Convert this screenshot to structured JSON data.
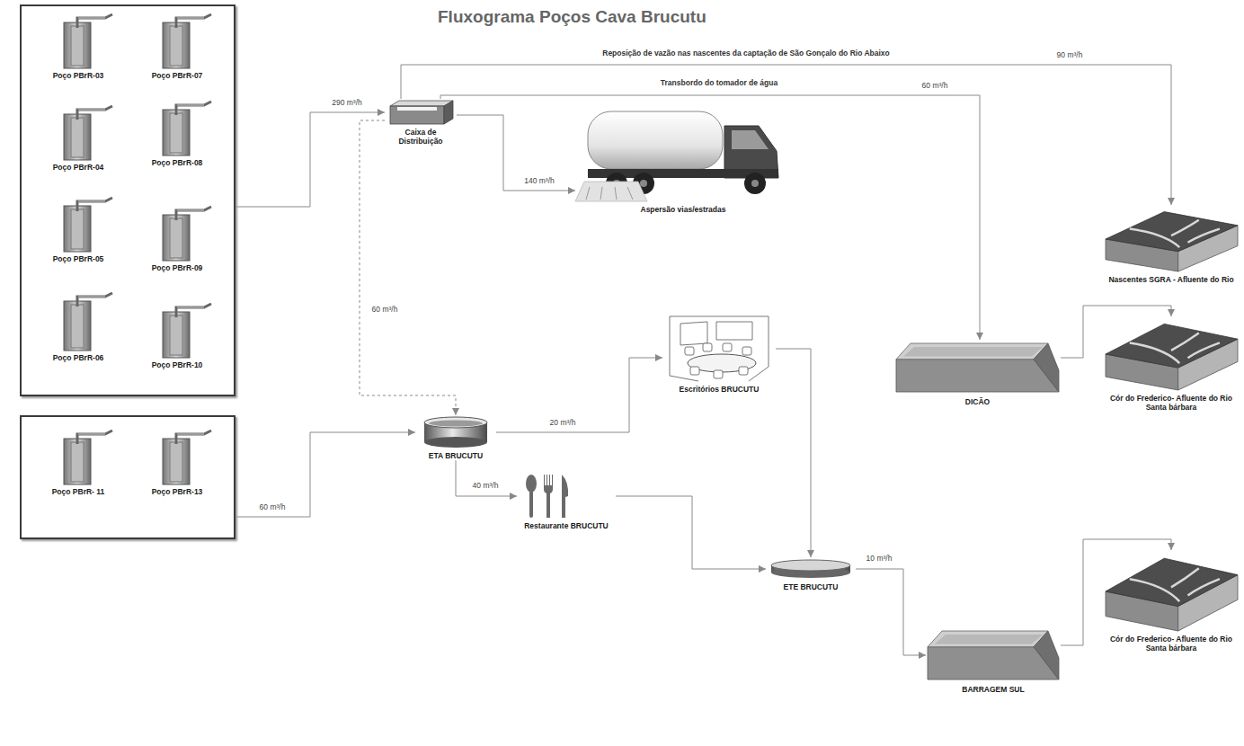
{
  "diagram": {
    "title": "Fluxograma Poços Cava Brucutu",
    "nodes": [
      {},
      {
        "text": [
          "Poço PBrR-03"
        ],
        "in": 0
      },
      {
        "text": [
          "Poço PBrR-07"
        ],
        "in": 0
      },
      {
        "text": [
          "Poço PBrR-04"
        ],
        "in": 0
      },
      {
        "text": [
          "Poço PBrR-08"
        ],
        "in": 0
      },
      {
        "text": [
          "Poço PBrR-05"
        ],
        "in": 0
      },
      {
        "text": [
          "Poço PBrR-09"
        ],
        "in": 0
      },
      {
        "text": [
          "Poço PBrR-06"
        ],
        "in": 0
      },
      {
        "text": [
          "Poço PBrR-10"
        ],
        "in": 0
      },
      {},
      {
        "text": [
          "Poço PBrR- 11"
        ],
        "in": 9
      },
      {
        "text": [
          "Poço PBrR-13"
        ],
        "in": 9
      },
      {
        "text": [
          "Caixa de Distribuição"
        ]
      },
      {
        "text": [
          "Aspersão vias/estradas"
        ]
      },
      {
        "text": [
          "Nascentes SGRA - Afluente do Rio"
        ]
      },
      {
        "text": [
          "ETA BRUCUTU"
        ]
      },
      {
        "text": [
          "Escritórios BRUCUTU"
        ]
      },
      {
        "text": [
          "DICÃO"
        ]
      },
      {
        "text": [
          "Cór do Frederico- Afluente do Rio Santa bárbara"
        ]
      },
      {
        "text": [
          "Restaurante BRUCUTU"
        ]
      },
      {
        "text": [
          "ETE BRUCUTU"
        ]
      },
      {
        "text": [
          "BARRAGEM SUL"
        ]
      },
      {
        "text": [
          "Cór do Frederico- Afluente do Rio Santa bárbara"
        ]
      }
    ],
    "edges": [
      {
        "from": 0,
        "to": 12,
        "arrow": "to",
        "label": "290 m³/h"
      },
      {
        "from": 12,
        "to": 14,
        "arrow": "to",
        "label": "90 m³/h"
      },
      {
        "from": 12,
        "to": 17,
        "arrow": "to",
        "label": "60 m³/h"
      },
      {
        "from": 12,
        "to": 13,
        "arrow": "to",
        "label": "140 m³/h"
      },
      {
        "from": 12,
        "to": 15,
        "arrow": "to",
        "label": "60 m³/h"
      },
      {
        "from": 9,
        "to": 15,
        "arrow": "to",
        "label": "60 m³/h"
      },
      {
        "from": 15,
        "to": 16,
        "arrow": "to",
        "label": "20 m³/h"
      },
      {
        "from": 15,
        "to": 19,
        "arrow": "to",
        "label": "40 m³/h"
      },
      {
        "from": 16,
        "to": 20,
        "arrow": "to"
      },
      {
        "from": 19,
        "to": 20,
        "arrow": "to"
      },
      {
        "from": 20,
        "to": 21,
        "arrow": "to",
        "label": "10 m³/h"
      },
      {
        "from": 17,
        "to": 18,
        "arrow": "to"
      },
      {
        "from": 21,
        "to": 22,
        "arrow": "to"
      }
    ],
    "labels": [
      "Reposição de vazão  nas nascentes da captação de São Gonçalo do Rio Abaixo",
      "Transbordo do tomador de água"
    ]
  }
}
